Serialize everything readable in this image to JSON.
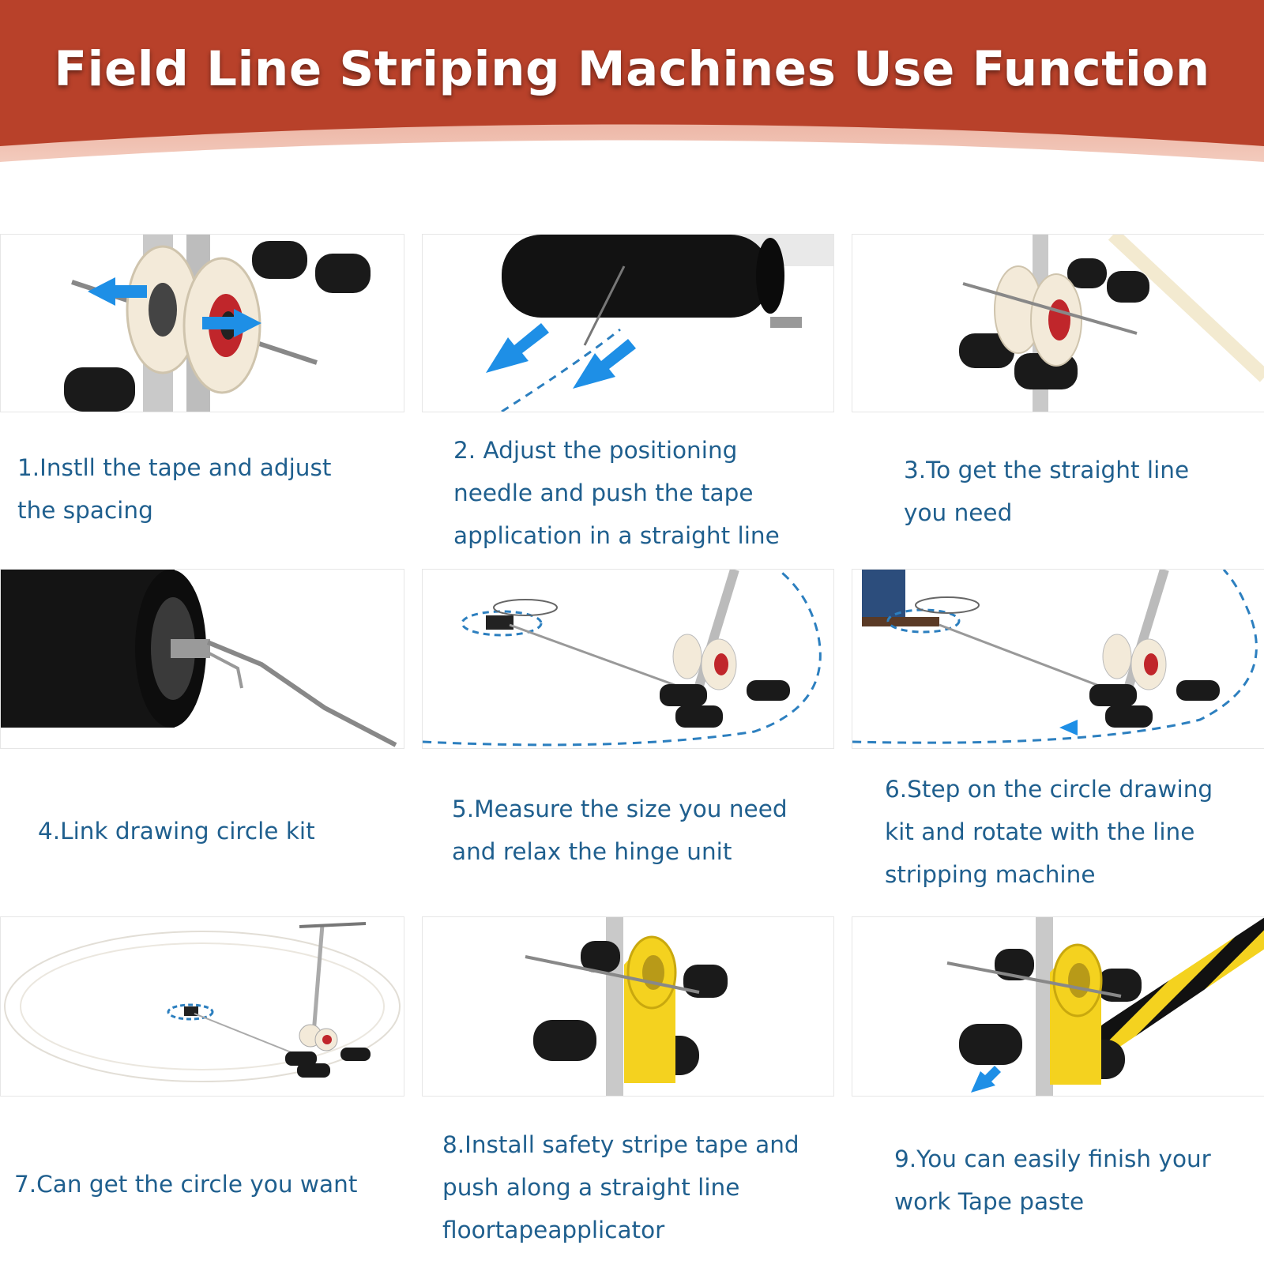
{
  "title": "Field Line Striping Machines Use Function",
  "colors": {
    "banner": "#b8412a",
    "banner_edge": "#e6a08c",
    "caption_text": "#1f5f8e",
    "arrow": "#1e8fe6",
    "tape_yellow": "#f4d21f"
  },
  "steps": [
    {
      "lines": [
        "1.Instll the tape and adjust",
        "the spacing"
      ]
    },
    {
      "lines": [
        "2. Adjust the positioning",
        "needle and push the tape",
        "application in a straight line"
      ]
    },
    {
      "lines": [
        "3.To get the straight line",
        "you need"
      ]
    },
    {
      "lines": [
        "4.Link drawing circle kit"
      ]
    },
    {
      "lines": [
        "5.Measure the size you need",
        "and relax the hinge unit"
      ]
    },
    {
      "lines": [
        "6.Step on the circle drawing",
        "kit and rotate with the line",
        "stripping machine"
      ]
    },
    {
      "lines": [
        "7.Can get the circle you want"
      ]
    },
    {
      "lines": [
        "8.Install safety stripe tape and",
        "push along a straight line",
        "floortapeapplicator"
      ]
    },
    {
      "lines": [
        "9.You can easily finish your",
        "work Tape paste"
      ]
    }
  ]
}
